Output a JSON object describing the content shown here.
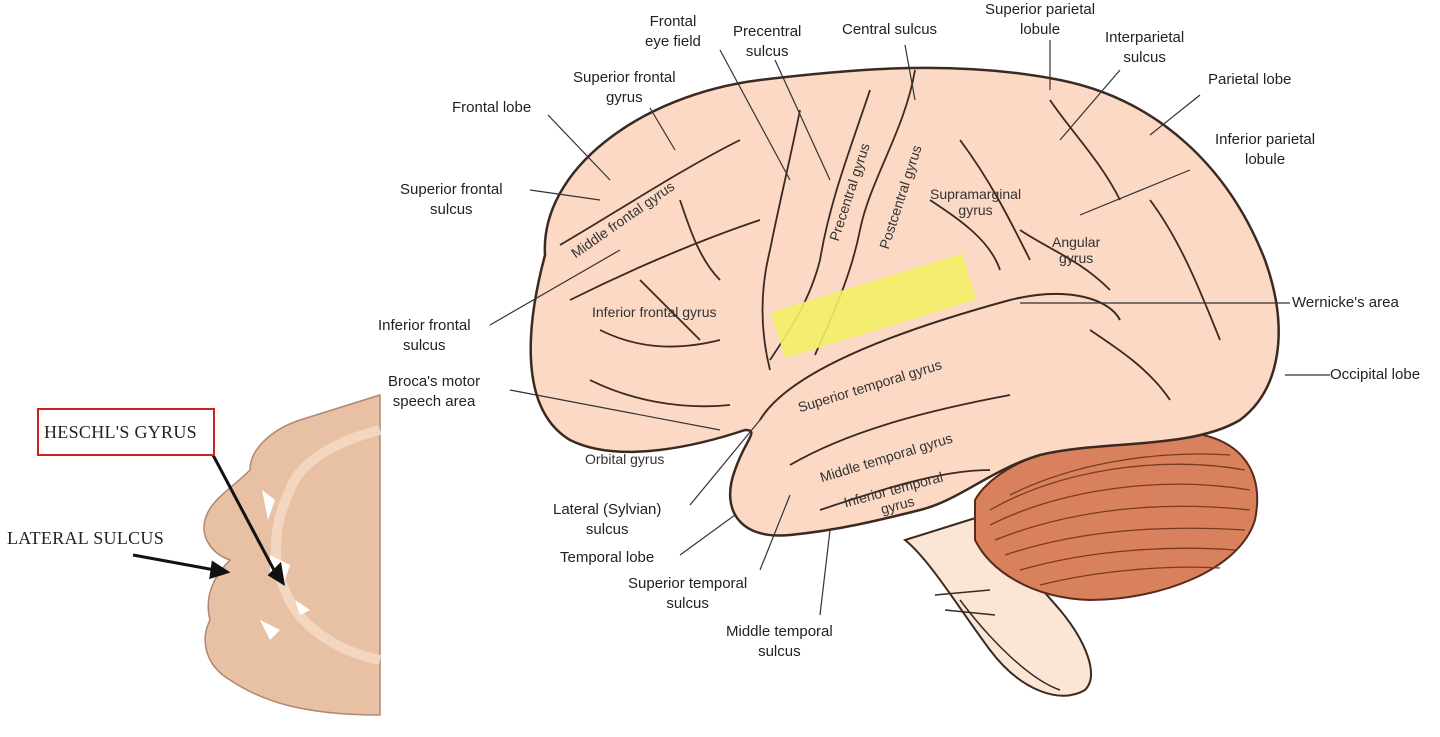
{
  "labels": {
    "frontal_eye_field": [
      "Frontal",
      "eye field"
    ],
    "precentral_sulcus": [
      "Precentral",
      "sulcus"
    ],
    "central_sulcus": [
      "Central sulcus"
    ],
    "superior_parietal_lobule": [
      "Superior parietal",
      "lobule"
    ],
    "interparietal_sulcus": [
      "Interparietal",
      "sulcus"
    ],
    "parietal_lobe": [
      "Parietal lobe"
    ],
    "superior_frontal_gyrus": [
      "Superior frontal",
      "gyrus"
    ],
    "frontal_lobe": [
      "Frontal lobe"
    ],
    "inferior_parietal_lobule": [
      "Inferior parietal",
      "lobule"
    ],
    "superior_frontal_sulcus": [
      "Superior frontal",
      "sulcus"
    ],
    "inferior_frontal_sulcus": [
      "Inferior frontal",
      "sulcus"
    ],
    "wernickes_area": [
      "Wernicke's area"
    ],
    "occipital_lobe": [
      "Occipital lobe"
    ],
    "brocas_area": [
      "Broca's motor",
      "speech area"
    ],
    "lateral_sylvian_sulcus": [
      "Lateral (Sylvian)",
      "sulcus"
    ],
    "temporal_lobe": [
      "Temporal lobe"
    ],
    "superior_temporal_sulcus": [
      "Superior temporal",
      "sulcus"
    ],
    "middle_temporal_sulcus": [
      "Middle temporal",
      "sulcus"
    ]
  },
  "inside_labels": {
    "middle_frontal_gyrus": "Middle frontal gyrus",
    "precentral_gyrus": "Precentral gyrus",
    "postcentral_gyrus": "Postcentral gyrus",
    "supramarginal_gyrus": [
      "Supramarginal",
      "gyrus"
    ],
    "angular_gyrus": [
      "Angular",
      "gyrus"
    ],
    "inferior_frontal_gyrus": "Inferior frontal gyrus",
    "superior_temporal_gyrus": "Superior temporal gyrus",
    "middle_temporal_gyrus": "Middle temporal gyrus",
    "inferior_temporal_gyrus": [
      "Inferior temporal",
      "gyrus"
    ],
    "orbital_gyrus": "Orbital gyrus"
  },
  "inset": {
    "heschl": "HESCHL'S GYRUS",
    "lateral_sulcus": "LATERAL SULCUS"
  },
  "colors": {
    "brain_fill": "#fbd9c4",
    "brain_stroke": "#3a2a22",
    "cerebellum": "#d9805c",
    "inset_fill": "#e8c0a4",
    "highlight": "#f4ee66",
    "box": "#d02020"
  }
}
